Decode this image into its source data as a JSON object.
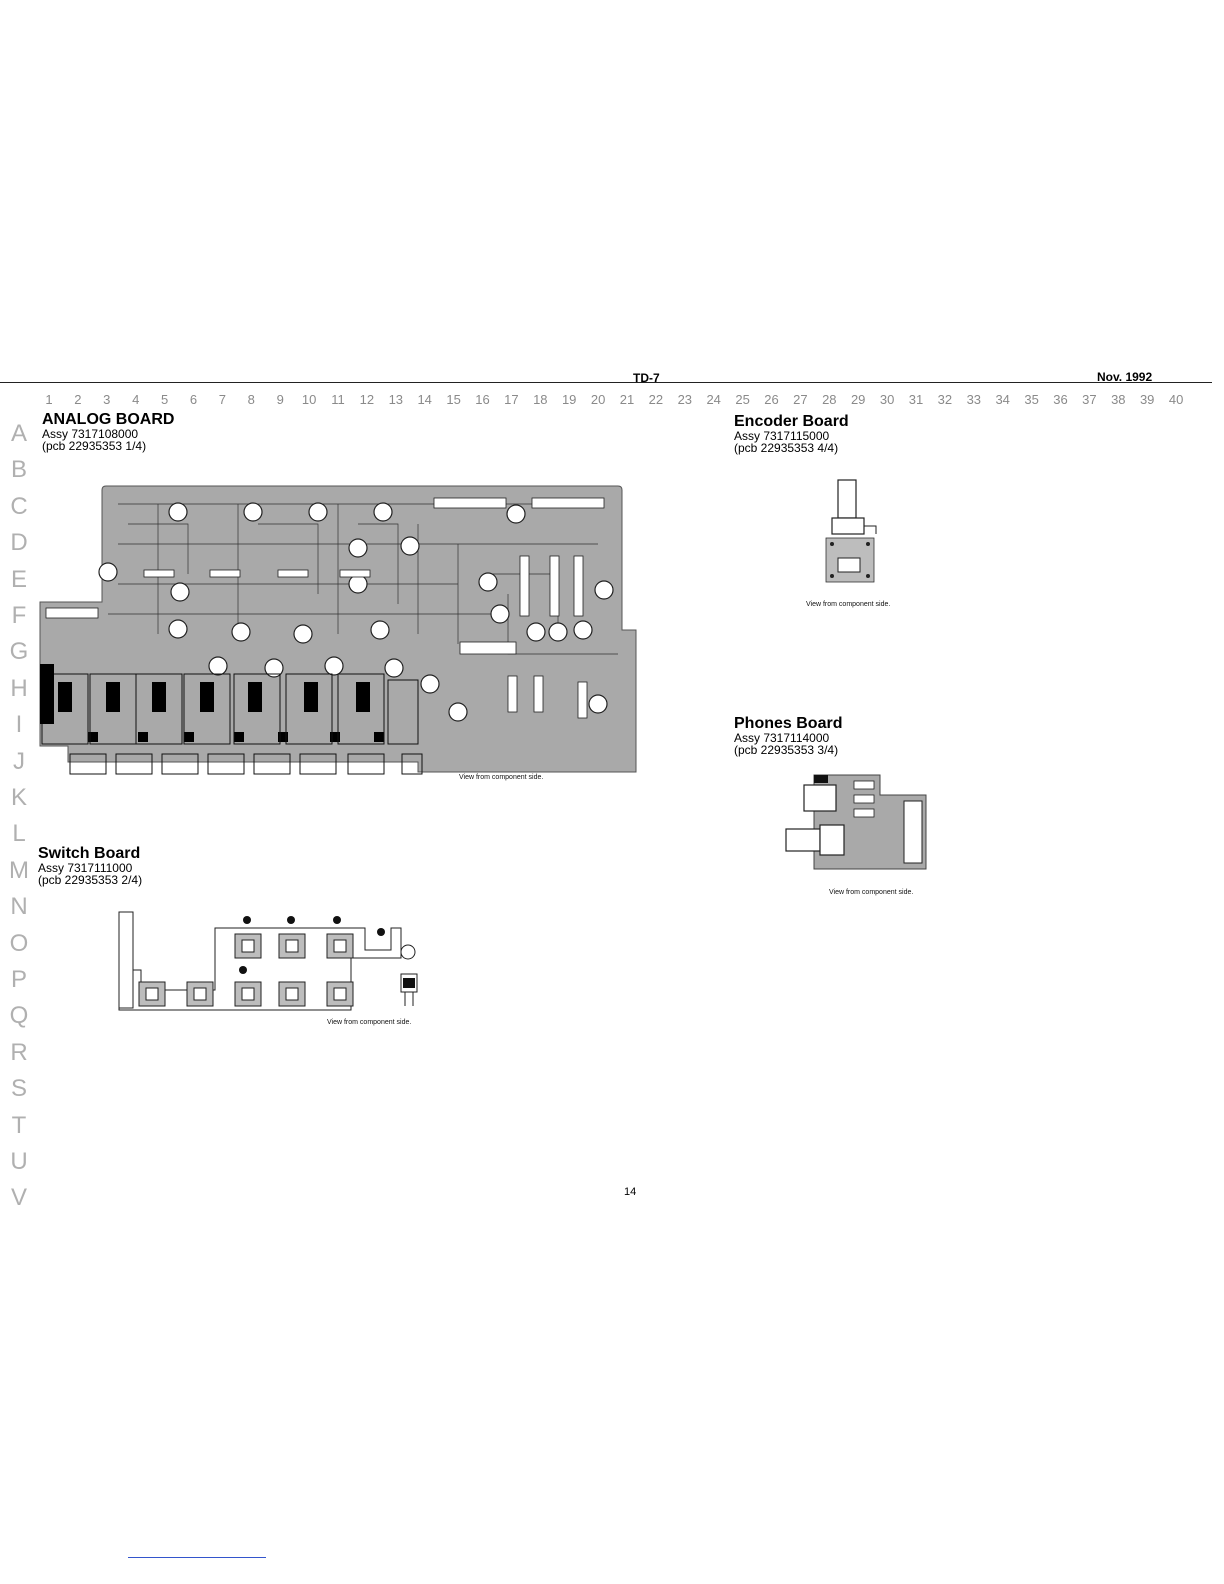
{
  "header": {
    "model": "TD-7",
    "date": "Nov. 1992"
  },
  "grid": {
    "columns": [
      "1",
      "2",
      "3",
      "4",
      "5",
      "6",
      "7",
      "8",
      "9",
      "10",
      "11",
      "12",
      "13",
      "14",
      "15",
      "16",
      "17",
      "18",
      "19",
      "20",
      "21",
      "22",
      "23",
      "24",
      "25",
      "26",
      "27",
      "28",
      "29",
      "30",
      "31",
      "32",
      "33",
      "34",
      "35",
      "36",
      "37",
      "38",
      "39",
      "40"
    ],
    "rows": [
      "A",
      "B",
      "C",
      "D",
      "E",
      "F",
      "G",
      "H",
      "I",
      "J",
      "K",
      "L",
      "M",
      "N",
      "O",
      "P",
      "Q",
      "R",
      "S",
      "T",
      "U",
      "V"
    ]
  },
  "boards": {
    "analog": {
      "title": "ANALOG BOARD",
      "assy": "Assy 7317108000",
      "pcb": "(pcb 22935353 1/4)",
      "caption": "View from component side."
    },
    "switch": {
      "title": "Switch Board",
      "assy": "Assy 7317111000",
      "pcb": "(pcb 22935353 2/4)",
      "caption": "View from component side."
    },
    "encoder": {
      "title": "Encoder Board",
      "assy": "Assy 7317115000",
      "pcb": "(pcb 22935353 4/4)",
      "caption": "View from component side."
    },
    "phones": {
      "title": "Phones Board",
      "assy": "Assy 7317114000",
      "pcb": "(pcb 22935353 3/4)",
      "caption": "View from component side."
    }
  },
  "page_number": "14",
  "colors": {
    "pcb": "#a9a9a9",
    "rule": "#222222",
    "margin_marks": "#b0b0b0"
  }
}
